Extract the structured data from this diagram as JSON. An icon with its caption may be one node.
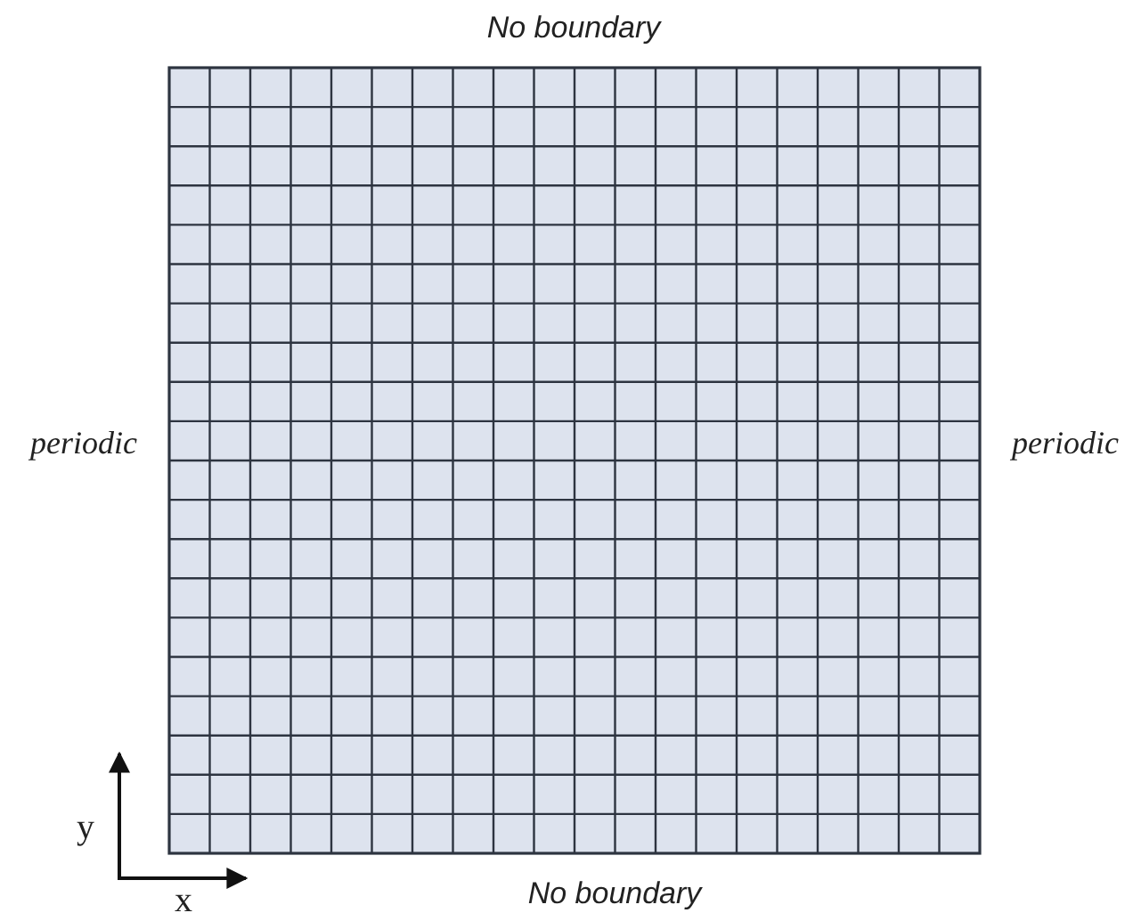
{
  "diagram": {
    "labels": [
      "No boundary",
      "periodic",
      "periodic",
      "y",
      "No boundary",
      "x"
    ]
  }
}
